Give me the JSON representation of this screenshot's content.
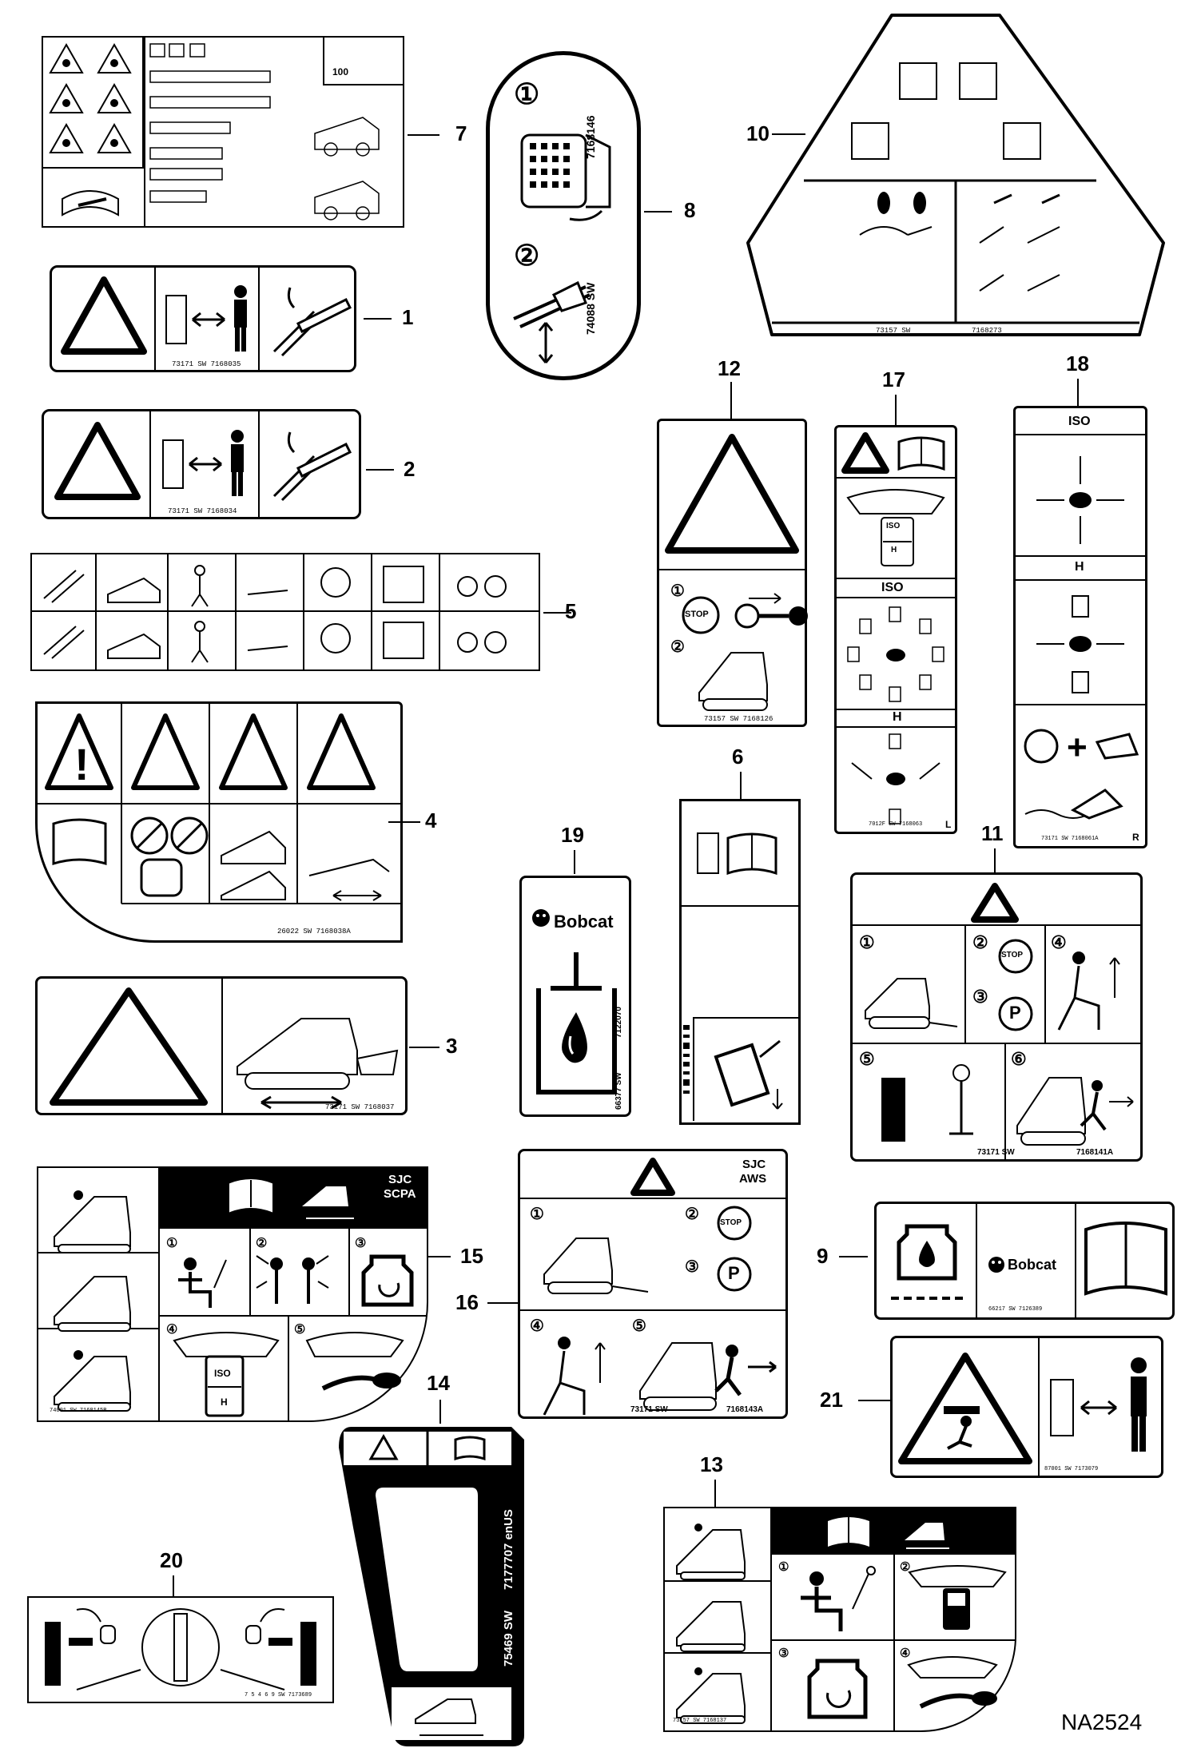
{
  "callouts": {
    "c1": "1",
    "c2": "2",
    "c3": "3",
    "c4": "4",
    "c5": "5",
    "c6": "6",
    "c7": "7",
    "c8": "8",
    "c9": "9",
    "c10": "10",
    "c11": "11",
    "c12": "12",
    "c13": "13",
    "c14": "14",
    "c15": "15",
    "c16": "16",
    "c17": "17",
    "c18": "18",
    "c19": "19",
    "c20": "20",
    "c21": "21"
  },
  "diagram_id": "NA2524",
  "decal7": {
    "value": "100"
  },
  "decal8": {
    "step1": "①",
    "step2": "②",
    "code_a": "7168146",
    "code_b": "74088 SW"
  },
  "decal10": {
    "code_a": "73157 SW",
    "code_b": "7168273"
  },
  "decal12": {
    "step1": "①",
    "step2": "②",
    "stop": "STOP",
    "code": "73157 SW      7168126"
  },
  "decal17": {
    "iso": "ISO",
    "h": "H",
    "iso_small": "ISO",
    "h_small": "H",
    "side": "L",
    "code": "7012F SW      7168063"
  },
  "decal18": {
    "iso": "ISO",
    "h": "H",
    "side": "R",
    "plus": "+",
    "code": "73171 SW      7168061A"
  },
  "decal19": {
    "brand": "Bobcat",
    "code_a": "7122070",
    "code_b": "66377 SW"
  },
  "decal11": {
    "s1": "①",
    "s2": "②",
    "s3": "③",
    "s4": "④",
    "s5": "⑤",
    "s6": "⑥",
    "stop": "STOP",
    "p": "P",
    "code_a": "73171 SW",
    "code_b": "7168141A"
  },
  "decal9": {
    "brand": "Bobcat",
    "code": "66217 SW      7126389"
  },
  "decal15": {
    "l1": "SJC",
    "l2": "SCPA",
    "s1": "①",
    "s2": "②",
    "s3": "③",
    "s4": "④",
    "s5": "⑤",
    "iso": "ISO",
    "h": "H",
    "code": "74001 SW      7168145B"
  },
  "decal16": {
    "l1": "SJC",
    "l2": "AWS",
    "s1": "①",
    "s2": "②",
    "s3": "③",
    "s4": "④",
    "s5": "⑤",
    "stop": "STOP",
    "p": "P",
    "code_a": "73171 SW",
    "code_b": "7168143A"
  },
  "decal14": {
    "code_a": "7177707 enUS",
    "code_b": "75469 SW"
  },
  "decal13": {
    "s1": "①",
    "s2": "②",
    "s3": "③",
    "s4": "④",
    "code": "73157 SW      7168137"
  },
  "decal20": {
    "code": "7 5 4 6 9 SW      7173689"
  },
  "decal21": {
    "code": "87001 SW      7173079"
  },
  "decal4": {
    "code": "26022 SW      7168038A"
  },
  "decal3": {
    "code": "73171 SW      7168037"
  },
  "decal1": {
    "code": "73171 SW      7168035"
  },
  "decal2": {
    "code": "73171 SW      7168034"
  }
}
